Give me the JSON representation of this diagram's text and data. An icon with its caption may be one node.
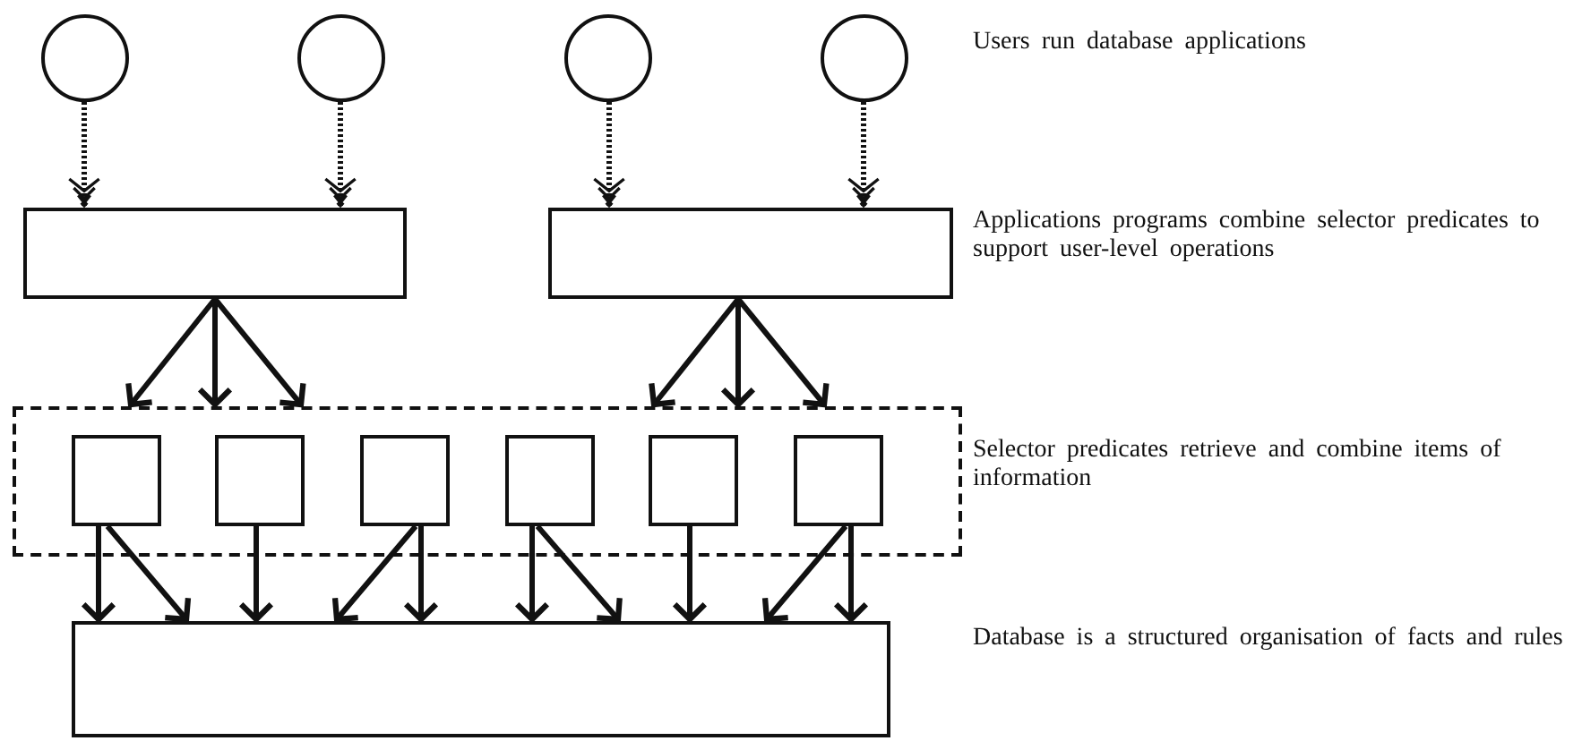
{
  "diagram": {
    "nodes": [
      {
        "text": [],
        "shape": "circle"
      },
      {
        "text": [],
        "shape": "circle"
      },
      {
        "text": [],
        "shape": "circle"
      },
      {
        "text": [],
        "shape": "circle"
      },
      {
        "text": [],
        "shape": "box"
      },
      {
        "text": [],
        "shape": "box"
      },
      {
        "text": [],
        "shape": "box"
      },
      {
        "text": [],
        "shape": "box",
        "in": 6
      },
      {
        "text": [],
        "shape": "box",
        "in": 6
      },
      {
        "text": [],
        "shape": "box",
        "in": 6
      },
      {
        "text": [],
        "shape": "box",
        "in": 6
      },
      {
        "text": [],
        "shape": "box",
        "in": 6
      },
      {
        "text": [],
        "shape": "box",
        "in": 6
      },
      {
        "text": [],
        "shape": "box"
      }
    ],
    "edges": [
      {
        "from": 0,
        "to": 4,
        "arrow": "to",
        "style": "dashed"
      },
      {
        "from": 1,
        "to": 4,
        "arrow": "to",
        "style": "dashed"
      },
      {
        "from": 2,
        "to": 5,
        "arrow": "to",
        "style": "dashed"
      },
      {
        "from": 3,
        "to": 5,
        "arrow": "to",
        "style": "dashed"
      },
      {
        "from": 4,
        "to": 6,
        "arrow": "to"
      },
      {
        "from": 4,
        "to": 6,
        "arrow": "to"
      },
      {
        "from": 4,
        "to": 6,
        "arrow": "to"
      },
      {
        "from": 5,
        "to": 6,
        "arrow": "to"
      },
      {
        "from": 5,
        "to": 6,
        "arrow": "to"
      },
      {
        "from": 5,
        "to": 6,
        "arrow": "to"
      },
      {
        "from": 7,
        "to": 13,
        "arrow": "to"
      },
      {
        "from": 7,
        "to": 13,
        "arrow": "to"
      },
      {
        "from": 8,
        "to": 13,
        "arrow": "to"
      },
      {
        "from": 9,
        "to": 13,
        "arrow": "to"
      },
      {
        "from": 9,
        "to": 13,
        "arrow": "to"
      },
      {
        "from": 10,
        "to": 13,
        "arrow": "to"
      },
      {
        "from": 10,
        "to": 13,
        "arrow": "to"
      },
      {
        "from": 11,
        "to": 13,
        "arrow": "to"
      },
      {
        "from": 12,
        "to": 13,
        "arrow": "to"
      },
      {
        "from": 12,
        "to": 13,
        "arrow": "to"
      }
    ],
    "labels": [
      "Users run database applications",
      "Applications programs combine selector predicates to support user-level operations",
      "Selector predicates retrieve and combine items of information",
      "Database is a structured organisation of facts and rules"
    ]
  }
}
